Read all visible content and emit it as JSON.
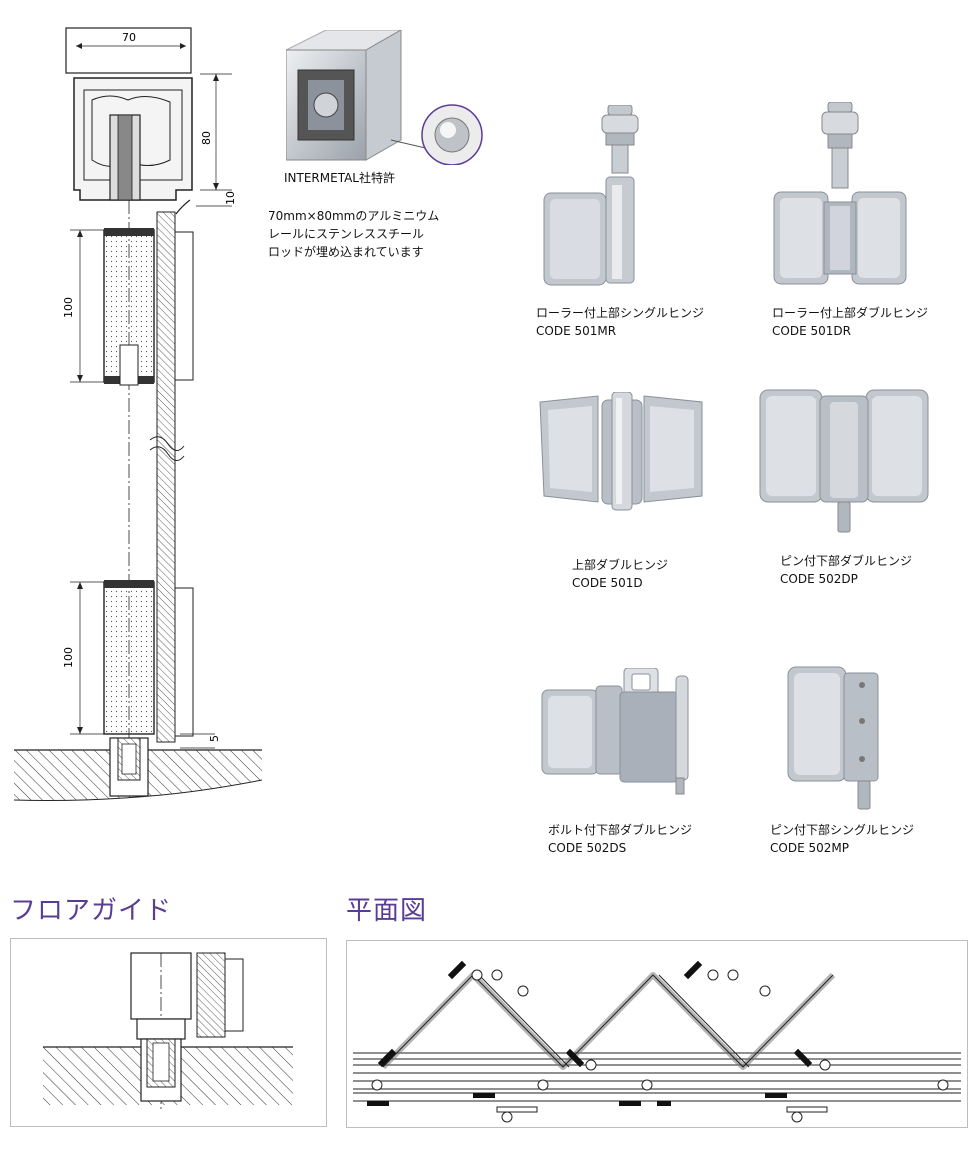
{
  "section_drawing": {
    "dim_width": "70",
    "dim_rail_height": "80",
    "dim_gap_top": "10",
    "dim_roller_top": "100",
    "dim_roller_bottom": "100",
    "dim_floor_gap": "5"
  },
  "rail": {
    "patent_label": "INTERMETAL社特許",
    "description_lines": [
      "70mm×80mmのアルミニウム",
      "レールにステンレススチール",
      "ロッドが埋め込まれています"
    ]
  },
  "hinges": [
    {
      "name": "ローラー付上部シングルヒンジ",
      "code": "CODE 501MR"
    },
    {
      "name": "ローラー付上部ダブルヒンジ",
      "code": "CODE 501DR"
    },
    {
      "name": "上部ダブルヒンジ",
      "code": "CODE 501D"
    },
    {
      "name": "ピン付下部ダブルヒンジ",
      "code": "CODE 502DP"
    },
    {
      "name": "ボルト付下部ダブルヒンジ",
      "code": "CODE 502DS"
    },
    {
      "name": "ピン付下部シングルヒンジ",
      "code": "CODE 502MP"
    }
  ],
  "sections": {
    "floor_guide_title": "フロアガイド",
    "plan_title": "平面図"
  },
  "colors": {
    "accent": "#5b3c95",
    "metal_light": "#d9dde3",
    "metal_mid": "#b3b9c2",
    "metal_dark": "#8a919b"
  }
}
